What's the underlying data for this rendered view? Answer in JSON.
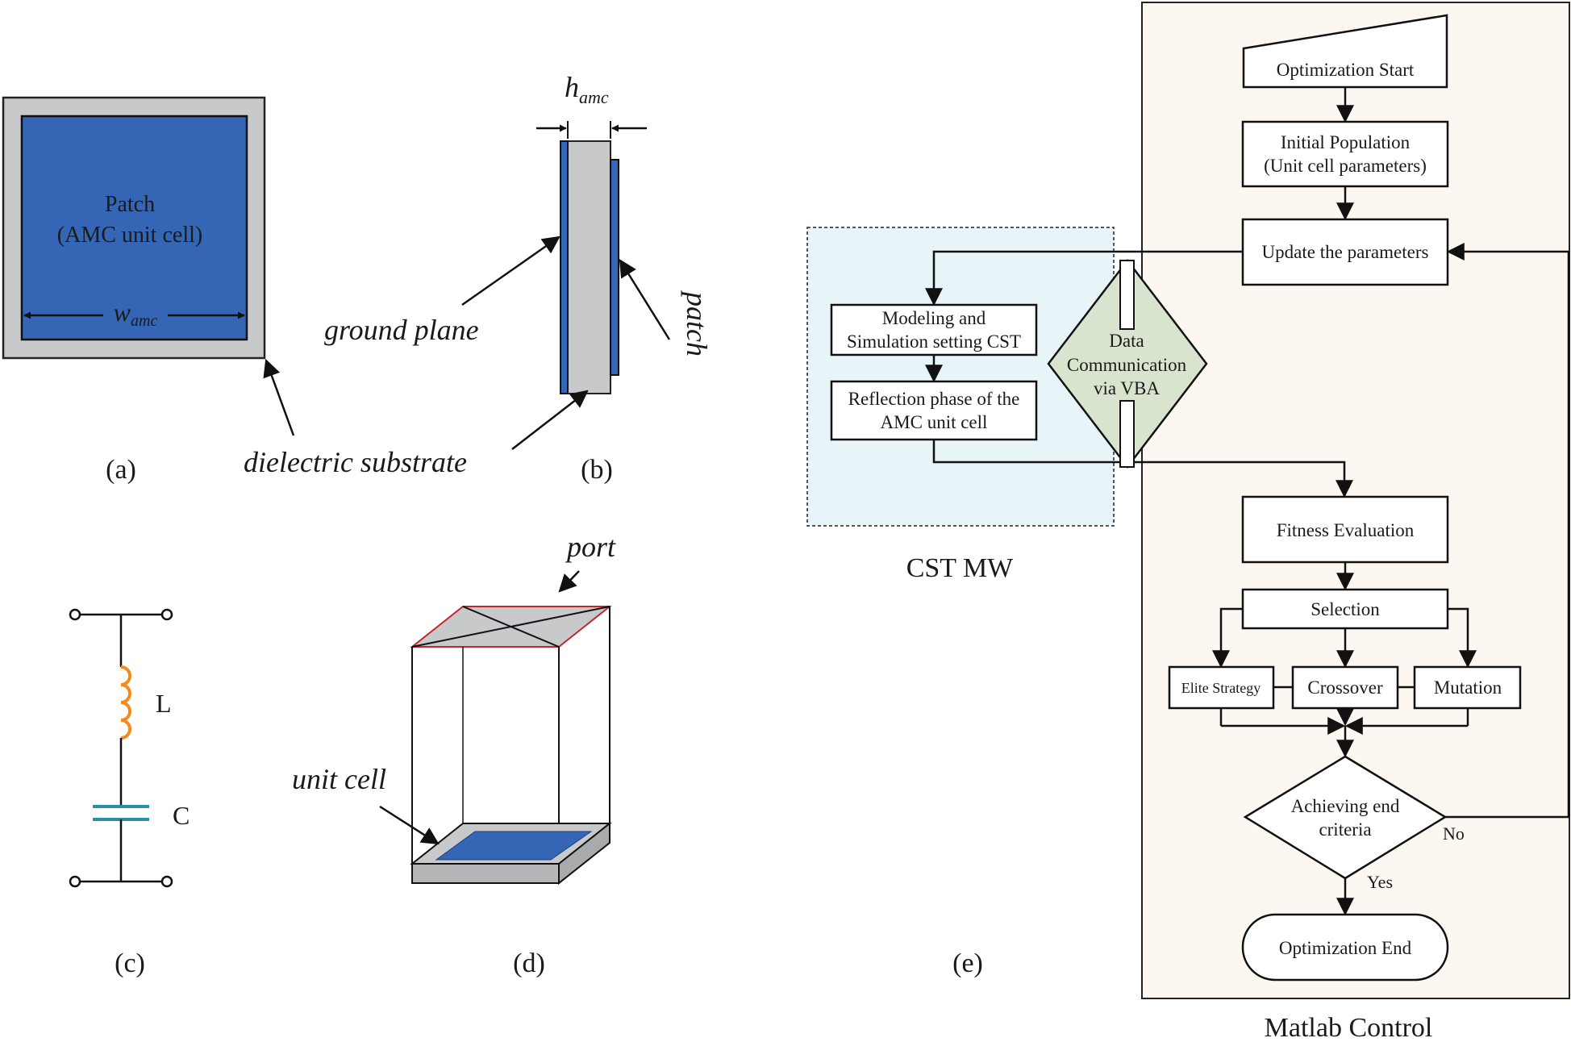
{
  "panel_a": {
    "patch_title": "Patch",
    "patch_sub": "(AMC unit cell)",
    "w_main": "w",
    "w_sub": "amc",
    "caption": "(a)"
  },
  "panel_b": {
    "h_main": "h",
    "h_sub": "amc",
    "ground_plane": "ground plane",
    "patch": "patch",
    "dielectric": "dielectric substrate",
    "caption": "(b)"
  },
  "panel_c": {
    "inductor": "L",
    "capacitor": "C",
    "caption": "(c)"
  },
  "panel_d": {
    "port": "port",
    "unit_cell": "unit cell",
    "caption": "(d)"
  },
  "panel_e": {
    "caption": "(e)",
    "cst_label": "CST MW",
    "matlab_label": "Matlab Control",
    "start": "Optimization Start",
    "init_1": "Initial Population",
    "init_2": "(Unit cell parameters)",
    "update": "Update the parameters",
    "model_1": "Modeling and",
    "model_2": "Simulation setting CST",
    "refl_1": "Reflection phase of the",
    "refl_2": "AMC unit cell",
    "data_1": "Data",
    "data_2": "Communication",
    "data_3": "via VBA",
    "fitness": "Fitness Evaluation",
    "selection": "Selection",
    "elite": "Elite Strategy",
    "crossover": "Crossover",
    "mutation": "Mutation",
    "criteria_1": "Achieving end",
    "criteria_2": "criteria",
    "no": "No",
    "yes": "Yes",
    "end": "Optimization End"
  },
  "colors": {
    "patch_blue": "#3565b5",
    "substrate_gray": "#c8c9cb",
    "inductor_orange": "#f28a1e",
    "capacitor_teal": "#2b8fa6",
    "cst_bg": "#e7f4f8",
    "matlab_bg": "#fdf7f2",
    "diamond_green": "#d9e4cf",
    "port_outline": "#c0282d"
  }
}
